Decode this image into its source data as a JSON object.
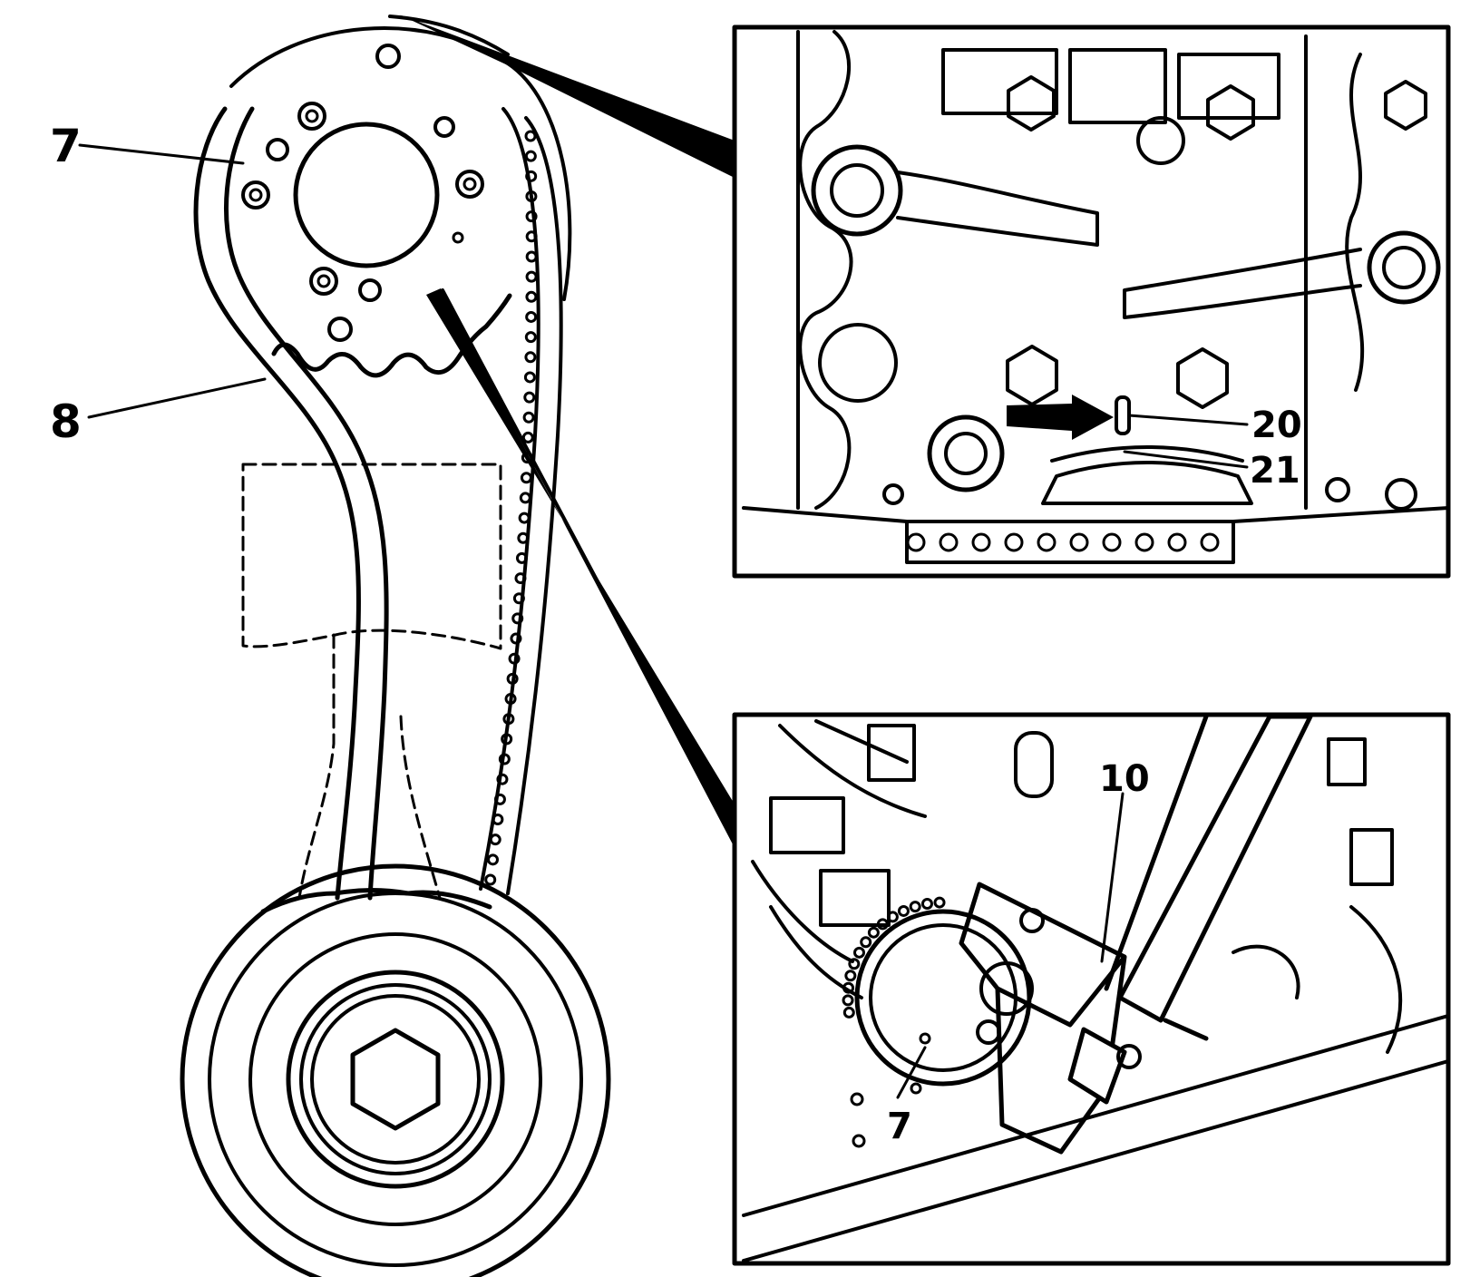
{
  "diagram": {
    "callouts": {
      "sprocket_left": "7",
      "chain_rail": "8",
      "mark_a": "20",
      "mark_b": "21",
      "tool": "10",
      "sprocket_detail": "7"
    },
    "colors": {
      "ink": "#000000",
      "paper": "#ffffff"
    }
  }
}
